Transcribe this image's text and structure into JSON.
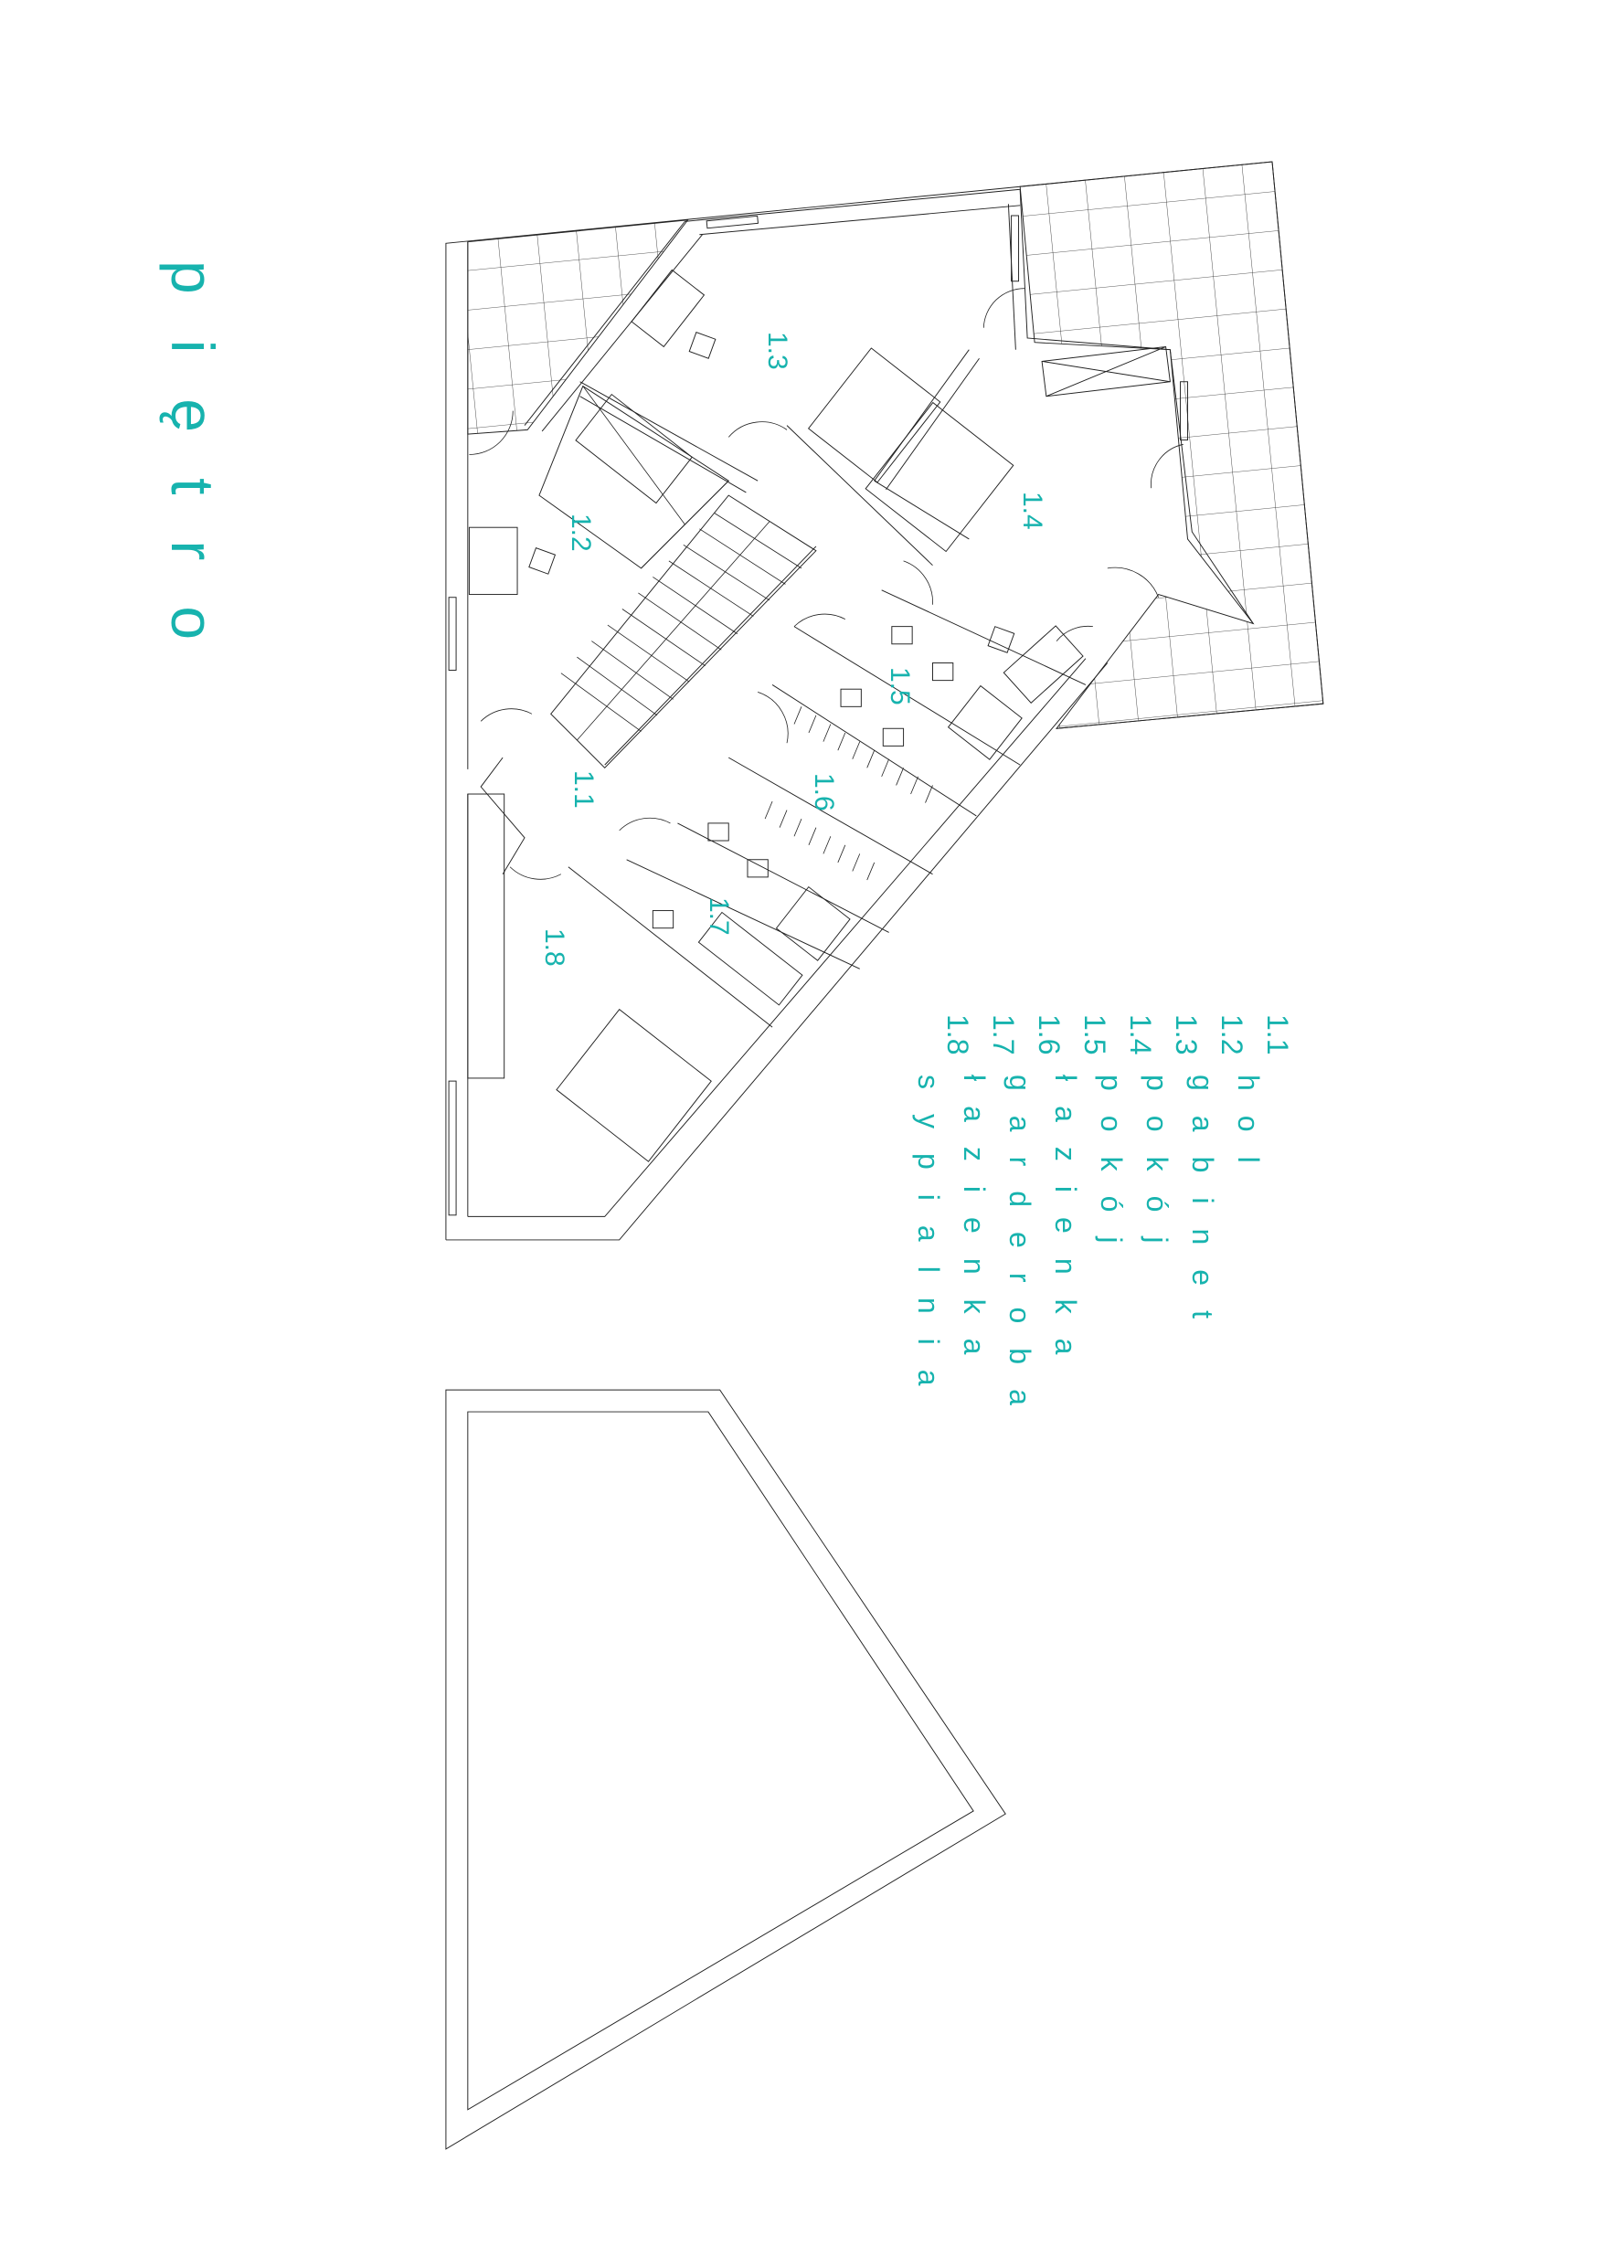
{
  "title": "piętro",
  "accent_color": "#17b3ae",
  "rooms": [
    {
      "id": "1.1"
    },
    {
      "id": "1.2"
    },
    {
      "id": "1.3"
    },
    {
      "id": "1.4"
    },
    {
      "id": "1.5"
    },
    {
      "id": "1.6"
    },
    {
      "id": "1.7"
    },
    {
      "id": "1.8"
    }
  ],
  "legend": [
    {
      "num": "1.1",
      "name": "hol"
    },
    {
      "num": "1.2",
      "name": "gabinet"
    },
    {
      "num": "1.3",
      "name": "pokój"
    },
    {
      "num": "1.4",
      "name": "pokój"
    },
    {
      "num": "1.5",
      "name": "łazienka"
    },
    {
      "num": "1.6",
      "name": "garderoba"
    },
    {
      "num": "1.7",
      "name": "łazienka"
    },
    {
      "num": "1.8",
      "name": "sypialnia"
    }
  ]
}
